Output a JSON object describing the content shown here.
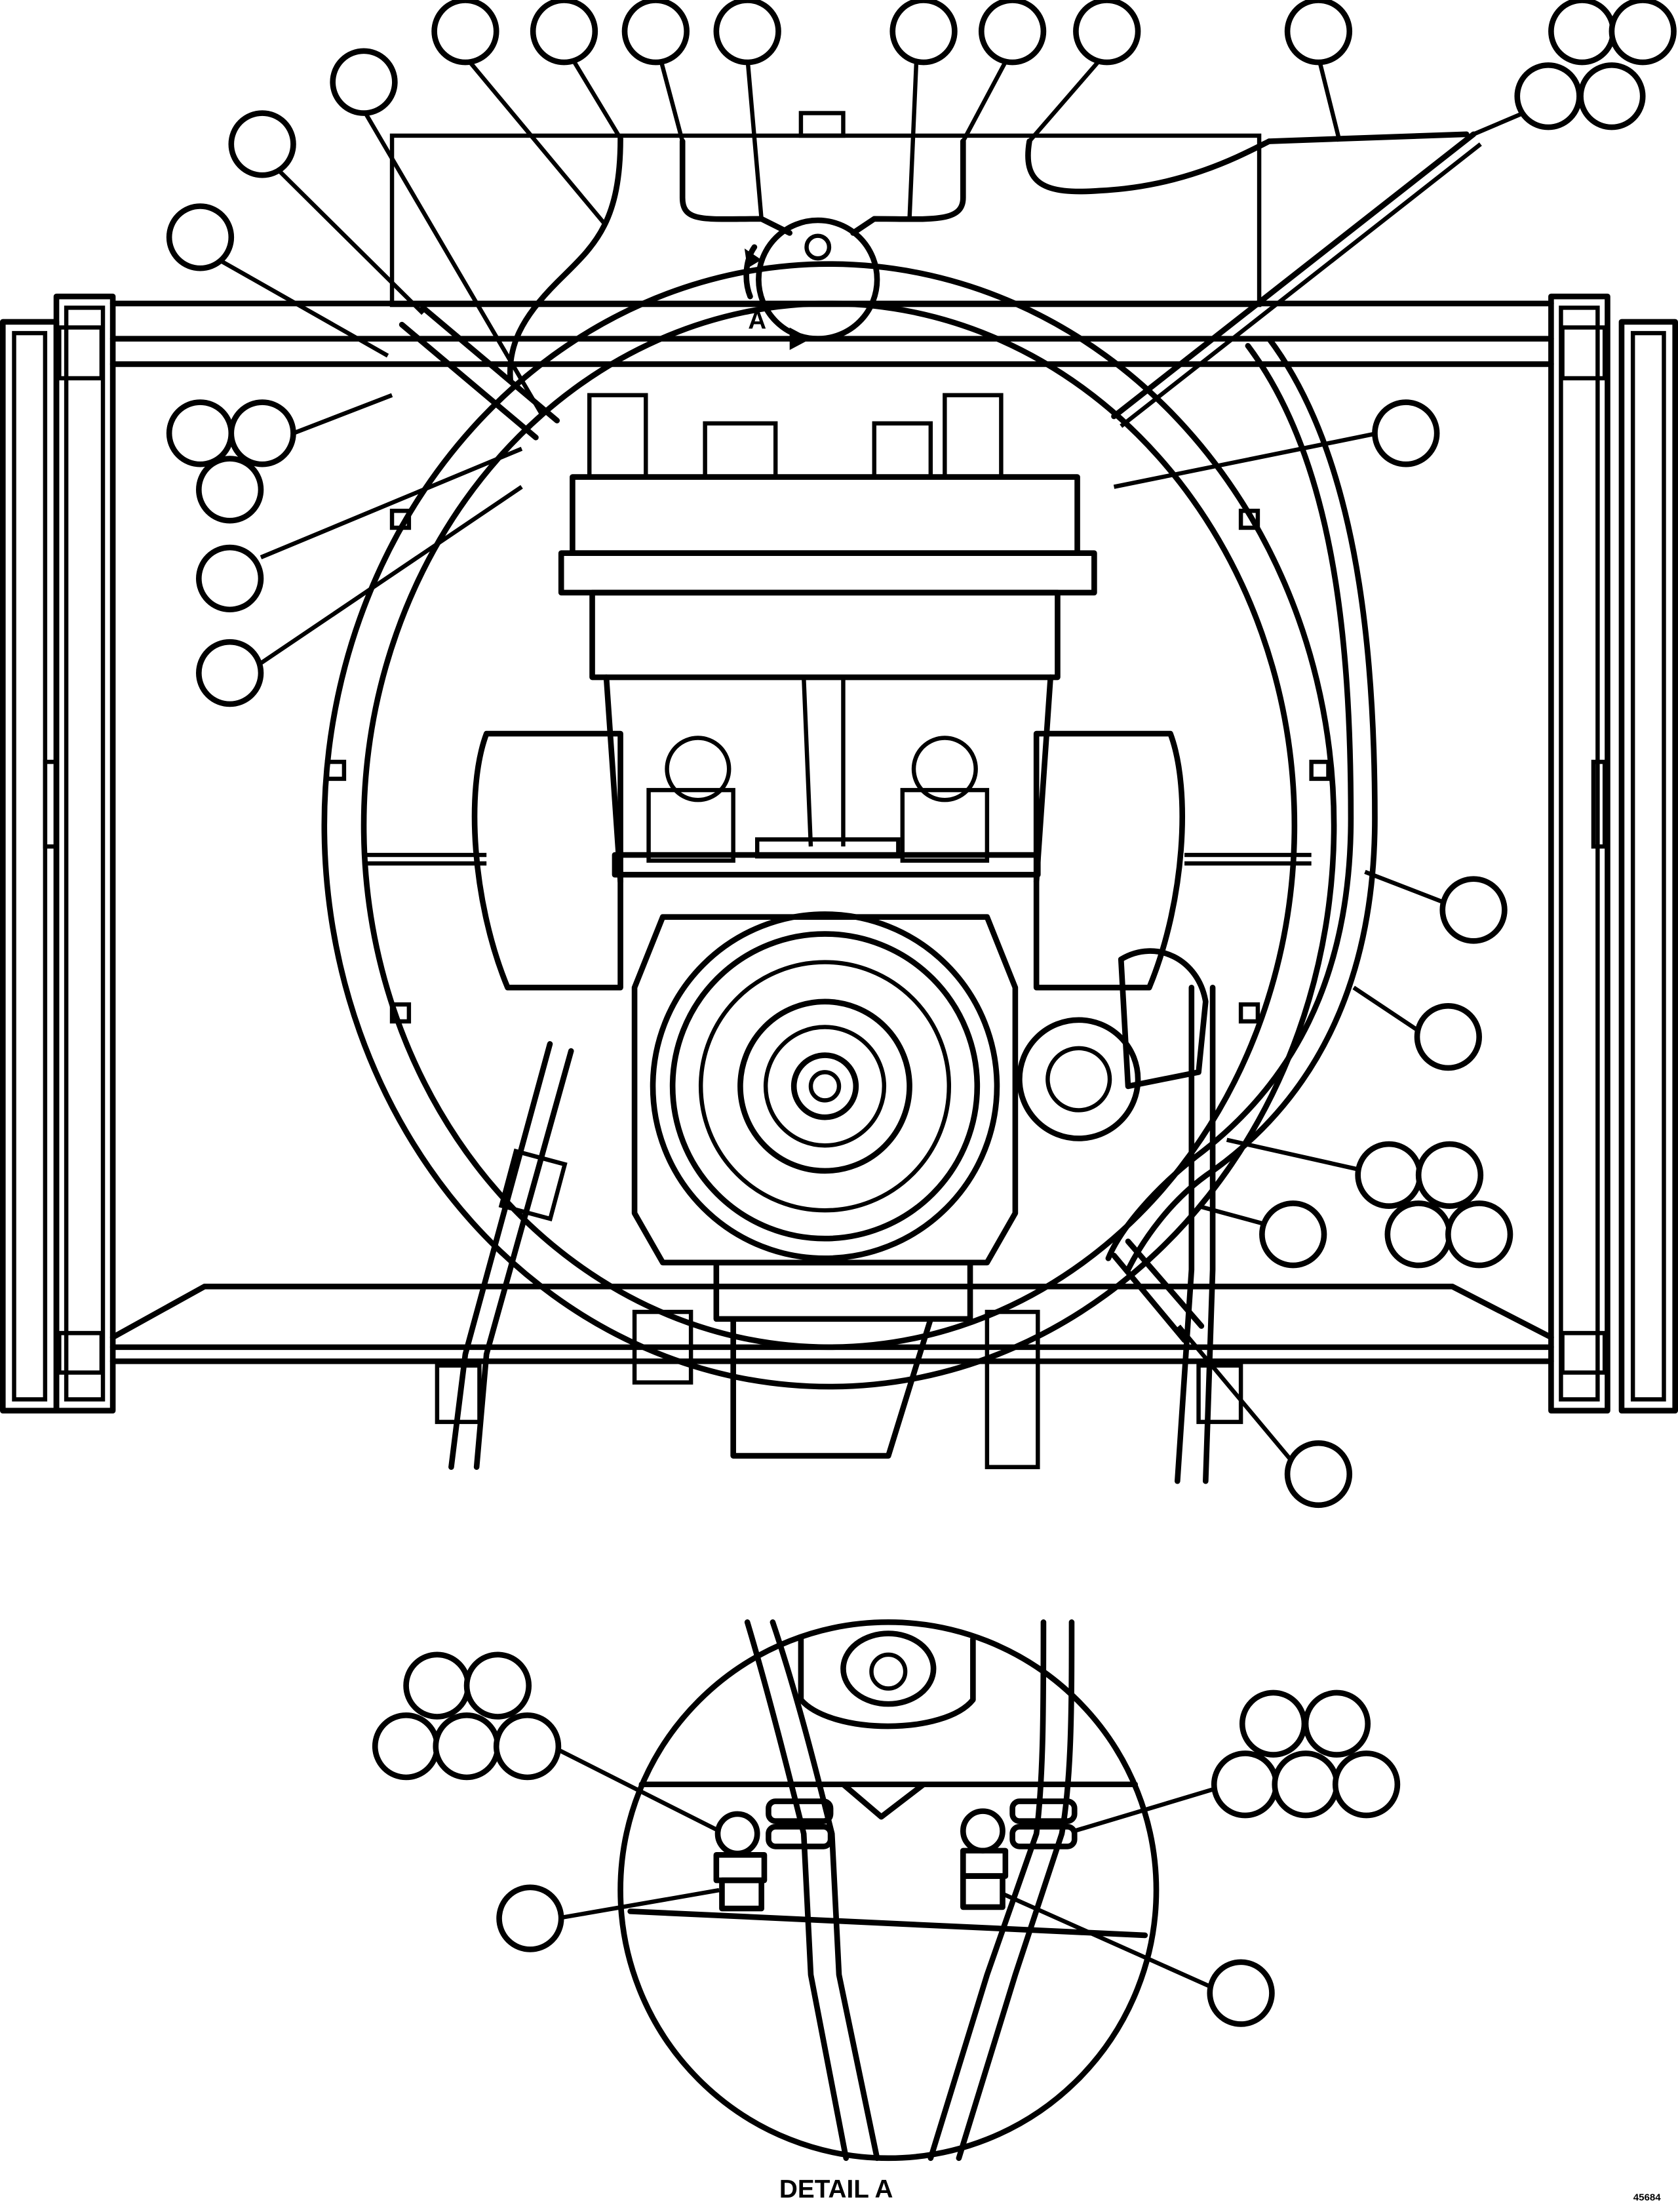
{
  "section_label": "A",
  "detail_label": "DETAIL A",
  "figure_id": "45684",
  "callout_bubbles": "blank (no numbers printed)"
}
